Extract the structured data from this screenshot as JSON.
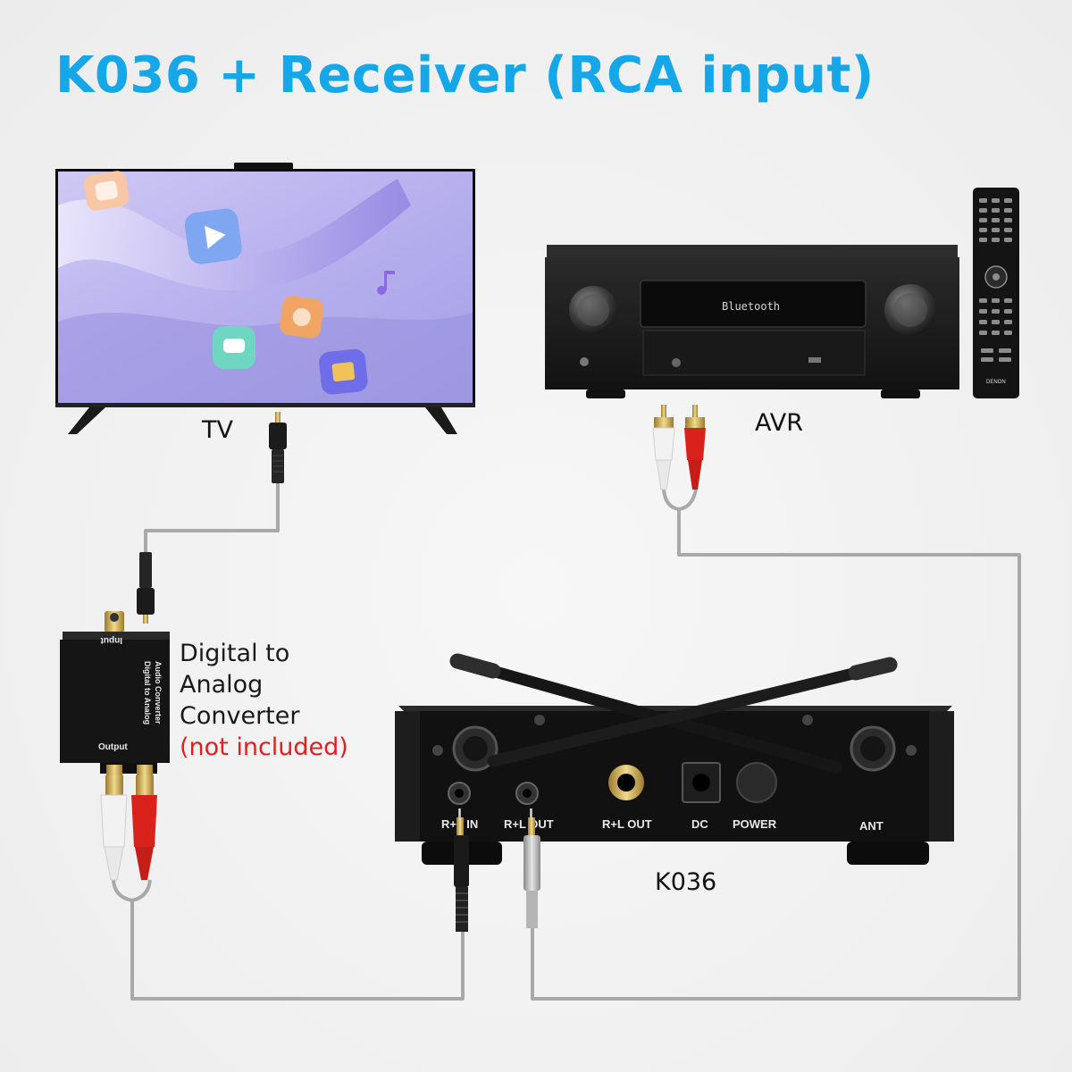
{
  "title": "K036 + Receiver (RCA input)",
  "devices": {
    "tv": {
      "label": "TV"
    },
    "avr": {
      "label": "AVR",
      "display_text": "Bluetooth",
      "remote_brand": "DENON"
    },
    "converter": {
      "label_lines": [
        "Digital to",
        "Analog",
        "Converter"
      ],
      "note": "(not included)",
      "printed_input": "Input",
      "printed_name": [
        "Digital to Analog",
        "Audio Converter"
      ],
      "printed_output": "Output"
    },
    "k036": {
      "label": "K036",
      "ports": [
        "R+L IN",
        "R+L OUT",
        "R+L OUT",
        "DC",
        "POWER",
        "ANT"
      ]
    }
  },
  "colors": {
    "title": "#16a7e8",
    "note": "#e41e1e",
    "cable": "#a9a9a9",
    "device": "#1b1b1b",
    "rca_red": "#d9221c",
    "rca_white": "#f2f2f2"
  }
}
